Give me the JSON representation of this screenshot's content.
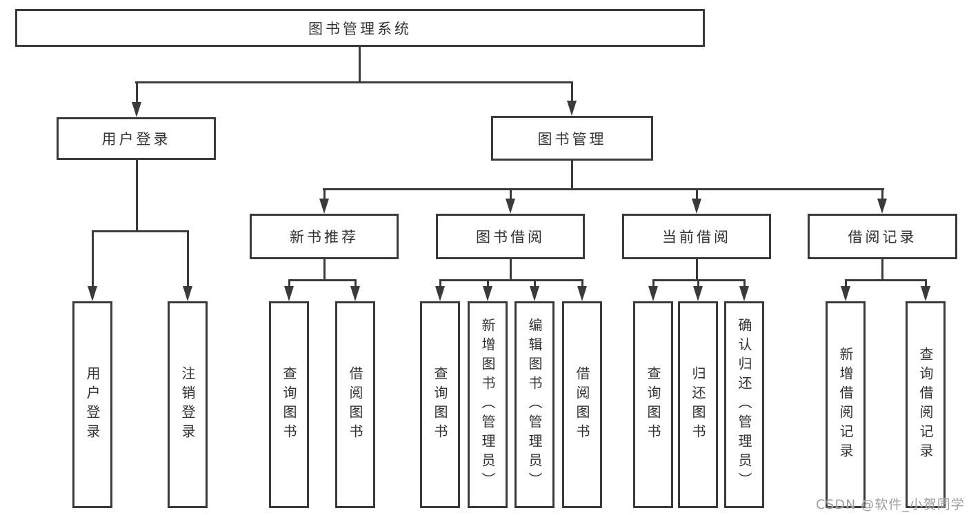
{
  "diagram_title": "图书管理系统",
  "tree": {
    "root": {
      "label": "图书管理系统"
    },
    "branches": [
      {
        "label": "用户登录",
        "children": [
          {
            "label": "用户登录"
          },
          {
            "label": "注销登录"
          }
        ]
      },
      {
        "label": "图书管理",
        "children": [
          {
            "label": "新书推荐",
            "children": [
              {
                "label": "查询图书"
              },
              {
                "label": "借阅图书"
              }
            ]
          },
          {
            "label": "图书借阅",
            "children": [
              {
                "label": "查询图书"
              },
              {
                "label": "新增图书（管理员）"
              },
              {
                "label": "编辑图书（管理员）"
              },
              {
                "label": "借阅图书"
              }
            ]
          },
          {
            "label": "当前借阅",
            "children": [
              {
                "label": "查询图书"
              },
              {
                "label": "归还图书"
              },
              {
                "label": "确认归还（管理员）"
              }
            ]
          },
          {
            "label": "借阅记录",
            "children": [
              {
                "label": "新增借阅记录"
              },
              {
                "label": "查询借阅记录"
              }
            ]
          }
        ]
      }
    ]
  },
  "watermark": {
    "text": "CSDN @软件_小贺同学",
    "color": "#9e9e9e"
  },
  "colors": {
    "line": "#3a3a3a",
    "box_border": "#3a3a3a",
    "box_fill": "#ffffff",
    "text": "#333333",
    "background": "#ffffff"
  }
}
